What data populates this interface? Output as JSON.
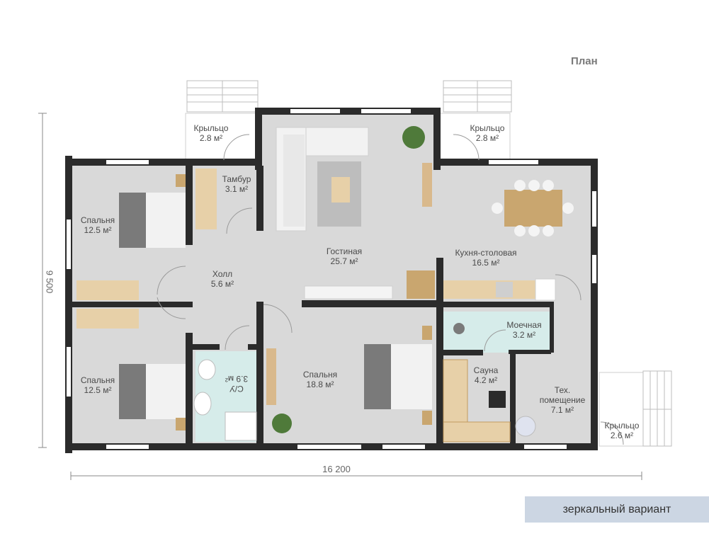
{
  "title": "План",
  "badge": "зеркальный вариант",
  "dimensions": {
    "width": "16 200",
    "height": "9 500"
  },
  "rooms": {
    "porch_left": {
      "name": "Крыльцо",
      "area": "2.8 м²"
    },
    "porch_top_right": {
      "name": "Крыльцо",
      "area": "2.8 м²"
    },
    "vestibule": {
      "name": "Тамбур",
      "area": "3.1 м²"
    },
    "living": {
      "name": "Гостиная",
      "area": "25.7 м²"
    },
    "kitchen": {
      "name": "Кухня-столовая",
      "area": "16.5 м²"
    },
    "bedroom_tl": {
      "name": "Спальня",
      "area": "12.5 м²"
    },
    "hall": {
      "name": "Холл",
      "area": "5.6 м²"
    },
    "bedroom_bl": {
      "name": "Спальня",
      "area": "12.5 м²"
    },
    "wc": {
      "name": "С/У",
      "area": "3.9 м²"
    },
    "bedroom_main": {
      "name": "Спальня",
      "area": "18.8 м²"
    },
    "washroom": {
      "name": "Моечная",
      "area": "3.2 м²"
    },
    "sauna": {
      "name": "Сауна",
      "area": "4.2 м²"
    },
    "tech": {
      "name": "Тех.",
      "name2": "помещение",
      "area": "7.1 м²"
    },
    "porch_br": {
      "name": "Крыльцо",
      "area": "2.6 м²"
    }
  },
  "colors": {
    "wall": "#2b2b2b",
    "floor": "#d9d9d9",
    "tile": "#d6ecea",
    "wood": "#d9b98c",
    "bed": "#7a7a7a"
  }
}
